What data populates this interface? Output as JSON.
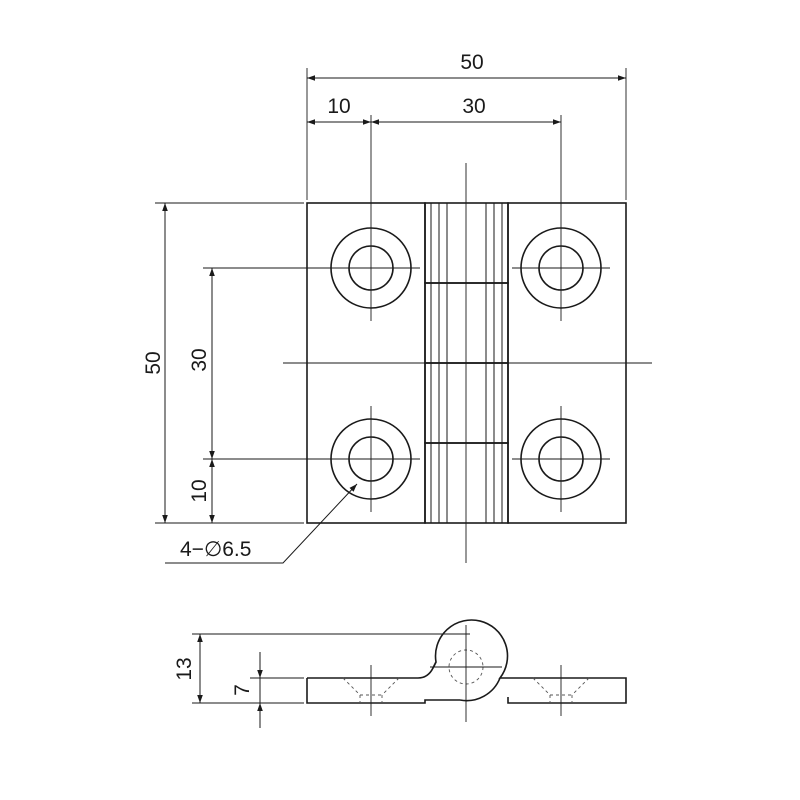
{
  "dimensions": {
    "overall_width": "50",
    "left_margin": "10",
    "hole_spacing_x": "30",
    "overall_height": "50",
    "hole_spacing_y": "30",
    "bottom_margin": "10",
    "hole_callout": "4−∅6.5",
    "side_height": "13",
    "side_thickness": "7"
  }
}
